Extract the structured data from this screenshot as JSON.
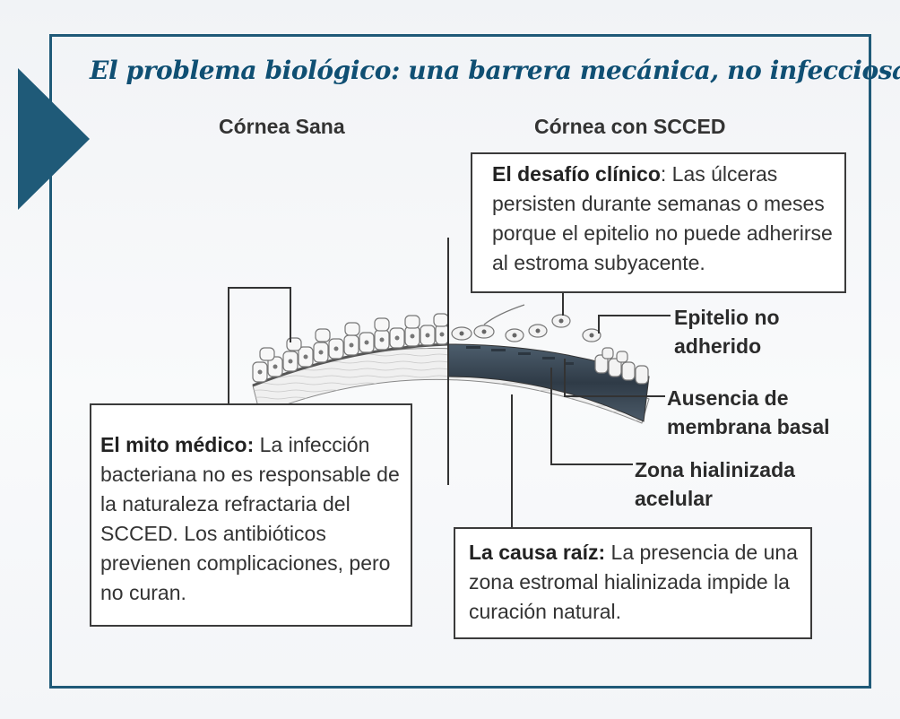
{
  "title": "El problema biológico: una barrera mecánica, no infecciosa",
  "columns": {
    "left": "Córnea Sana",
    "right": "Córnea con SCCED"
  },
  "boxes": {
    "clinical_challenge": {
      "heading": "El desafío clínico",
      "sep": ": ",
      "text": "Las úlceras persisten durante semanas o meses porque el epitelio no puede adherirse al estroma subyacente."
    },
    "medical_myth": {
      "heading": "El mito médico:",
      "sep": " ",
      "text": "La infección bacteriana no es responsable de la naturaleza refractaria del SCCED. Los antibióticos previenen complicaciones, pero no curan."
    },
    "root_cause": {
      "heading": "La causa raíz:",
      "sep": " ",
      "text": "La presencia de una zona estromal hialinizada impide la curación natural."
    }
  },
  "callouts": {
    "non_adhered_epithelium": [
      "Epitelio no",
      "adherido"
    ],
    "missing_basement_membrane": [
      "Ausencia de",
      "membrana basal"
    ],
    "hyalinized_zone": [
      "Zona hialinizada",
      "acelular"
    ]
  },
  "colors": {
    "brand": "#1f5a78",
    "title": "#0f4f73",
    "hyaline_zone": "#3a4856"
  }
}
